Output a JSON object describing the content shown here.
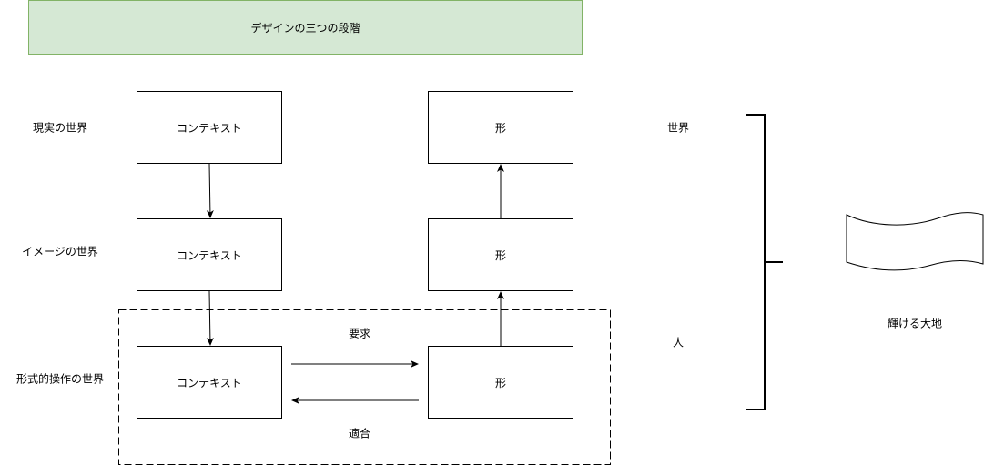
{
  "title": "デザインの三つの段階",
  "levels": {
    "real": "現実の世界",
    "image": "イメージの世界",
    "formal": "形式的操作の世界"
  },
  "context_label": "コンテキスト",
  "form_label": "形",
  "edges": {
    "request": "要求",
    "fit": "適合"
  },
  "right": {
    "world": "世界",
    "person": "人",
    "earth": "輝ける大地"
  }
}
